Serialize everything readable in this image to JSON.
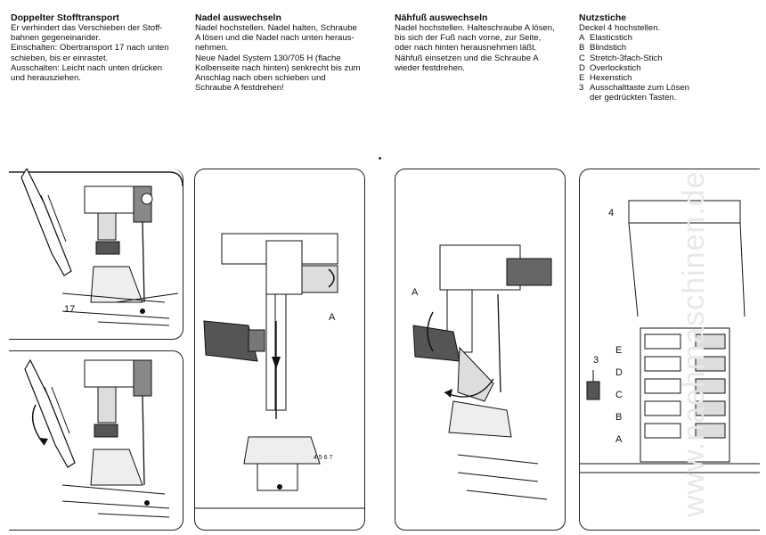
{
  "sections": [
    {
      "title": "Doppelter Stofftransport",
      "lines": [
        "Er verhindert das Verschieben der Stoff-",
        "bahnen gegeneinander.",
        "Einschalten: Obertransport 17 nach unten",
        "schieben, bis er einrastet.",
        "Ausschalten: Leicht nach unten drücken",
        "und herausziehen."
      ]
    },
    {
      "title": "Nadel auswechseln",
      "lines": [
        "Nadel hochstellen. Nadel halten, Schraube",
        "A lösen und die Nadel nach unten heraus-",
        "nehmen.",
        "Neue Nadel System 130/705 H (flache",
        "Kolbenseite nach hinten) senkrecht bis zum",
        "Anschlag nach oben schieben und",
        "Schraube A festdrehen!"
      ]
    },
    {
      "title": "Nähfuß auswechseln",
      "lines": [
        "Nadel hochstellen. Halteschraube A lösen,",
        "bis sich der Fuß nach vorne, zur Seite,",
        "oder nach hinten herausnehmen läßt.",
        "Nähfuß einsetzen und die Schraube A",
        "wieder festdrehen."
      ]
    },
    {
      "title": "Nutzstiche",
      "intro": "Deckel 4 hochstellen.",
      "items": [
        {
          "key": "A",
          "text": "Elasticstich"
        },
        {
          "key": "B",
          "text": "Blindstich"
        },
        {
          "key": "C",
          "text": "Stretch-3fach-Stich"
        },
        {
          "key": "D",
          "text": "Overlockstich"
        },
        {
          "key": "E",
          "text": "Hexenstich"
        },
        {
          "key": "3",
          "text": "Ausschalttaste zum Lösen"
        },
        {
          "key": "",
          "text": "der gedrückten Tasten."
        }
      ]
    }
  ],
  "figure_labels": {
    "fig1_label": "17",
    "fig3_screw": "A",
    "fig4_screw": "A",
    "fig5_cover": "4",
    "fig5_release": "3",
    "fig5_keys": [
      "E",
      "D",
      "C",
      "B",
      "A"
    ],
    "scale_marks": "4 5 6 7"
  },
  "watermark": "www.naehmaschinen.de"
}
